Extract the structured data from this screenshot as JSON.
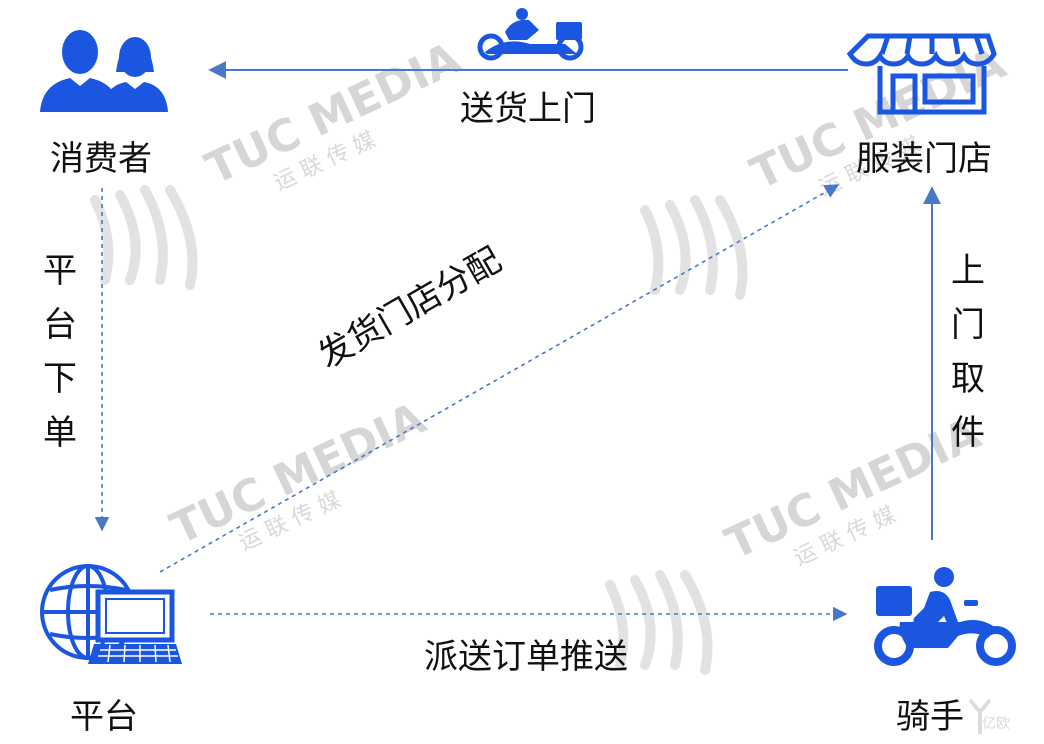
{
  "nodes": {
    "consumer": "消费者",
    "store": "服装门店",
    "platform": "平台",
    "rider": "骑手"
  },
  "edges": {
    "store_to_consumer": "送货上门",
    "consumer_to_platform": "平台下单",
    "platform_to_store": "发货门店分配",
    "platform_to_rider": "派送订单推送",
    "rider_to_store": "上门取件"
  },
  "watermark": {
    "brand": "TUC MEDIA",
    "sub": "运 联 传 媒",
    "corner_mark": "亿欧"
  },
  "colors": {
    "icon_blue": "#1a56e0",
    "arrow_blue": "#4a78c8",
    "watermark_gray": "#d6d6d6"
  }
}
